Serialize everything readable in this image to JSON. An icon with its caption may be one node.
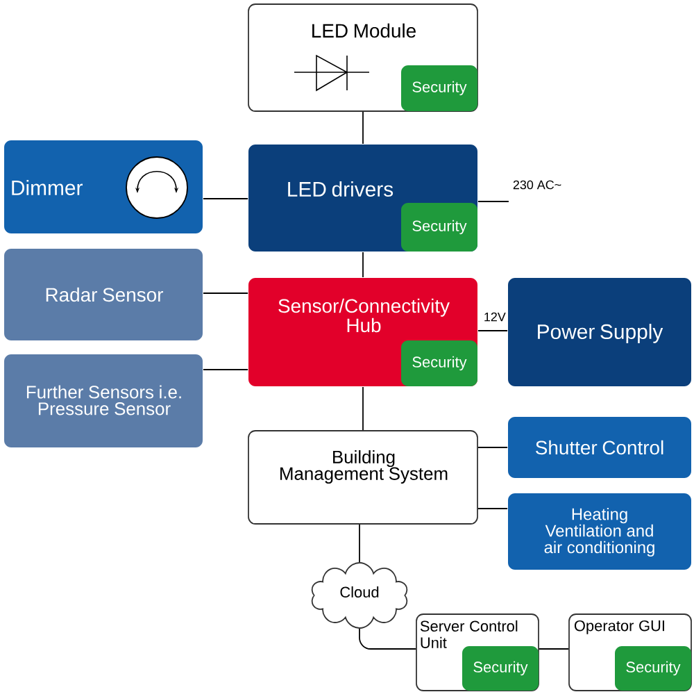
{
  "diagram": {
    "nodes": [
      {
        "text": [
          "LED Module"
        ]
      },
      {
        "text": [
          "Security"
        ],
        "in": 0
      },
      {
        "text": [
          "Dimmer"
        ]
      },
      {
        "text": [
          "LED drivers"
        ]
      },
      {
        "text": [
          "Security"
        ],
        "in": 3
      },
      {
        "text": [
          "Radar Sensor"
        ]
      },
      {
        "text": [
          "Sensor/Connectivity Hub"
        ]
      },
      {
        "text": [
          "Security"
        ],
        "in": 6
      },
      {
        "text": [
          "Power Supply"
        ]
      },
      {
        "text": [
          "Further Sensors i.e. Pressure Sensor"
        ]
      },
      {
        "text": [
          "Building Management System"
        ]
      },
      {
        "text": [
          "Shutter Control"
        ]
      },
      {
        "text": [
          "Heating Ventilation and air conditioning"
        ]
      },
      {
        "text": [
          "Cloud"
        ]
      },
      {
        "text": [
          "Server Control Unit"
        ]
      },
      {
        "text": [
          "Security"
        ],
        "in": 14
      },
      {
        "text": [
          "Operator GUI"
        ]
      },
      {
        "text": [
          "Security"
        ],
        "in": 16
      }
    ],
    "edges": [
      {
        "from": 0,
        "to": 3,
        "arrow": "none"
      },
      {
        "from": 2,
        "to": 3,
        "arrow": "none"
      },
      {
        "from": 3,
        "to": null,
        "arrow": "none",
        "label": "230 AC~"
      },
      {
        "from": 3,
        "to": 6,
        "arrow": "none"
      },
      {
        "from": 5,
        "to": 6,
        "arrow": "none"
      },
      {
        "from": 6,
        "to": 8,
        "arrow": "none",
        "label": "12V"
      },
      {
        "from": 9,
        "to": 6,
        "arrow": "none"
      },
      {
        "from": 6,
        "to": 10,
        "arrow": "none"
      },
      {
        "from": 10,
        "to": 11,
        "arrow": "none"
      },
      {
        "from": 10,
        "to": 12,
        "arrow": "none"
      },
      {
        "from": 10,
        "to": 13,
        "arrow": "none"
      },
      {
        "from": 13,
        "to": 14,
        "arrow": "none"
      },
      {
        "from": 14,
        "to": 16,
        "arrow": "none"
      }
    ]
  }
}
